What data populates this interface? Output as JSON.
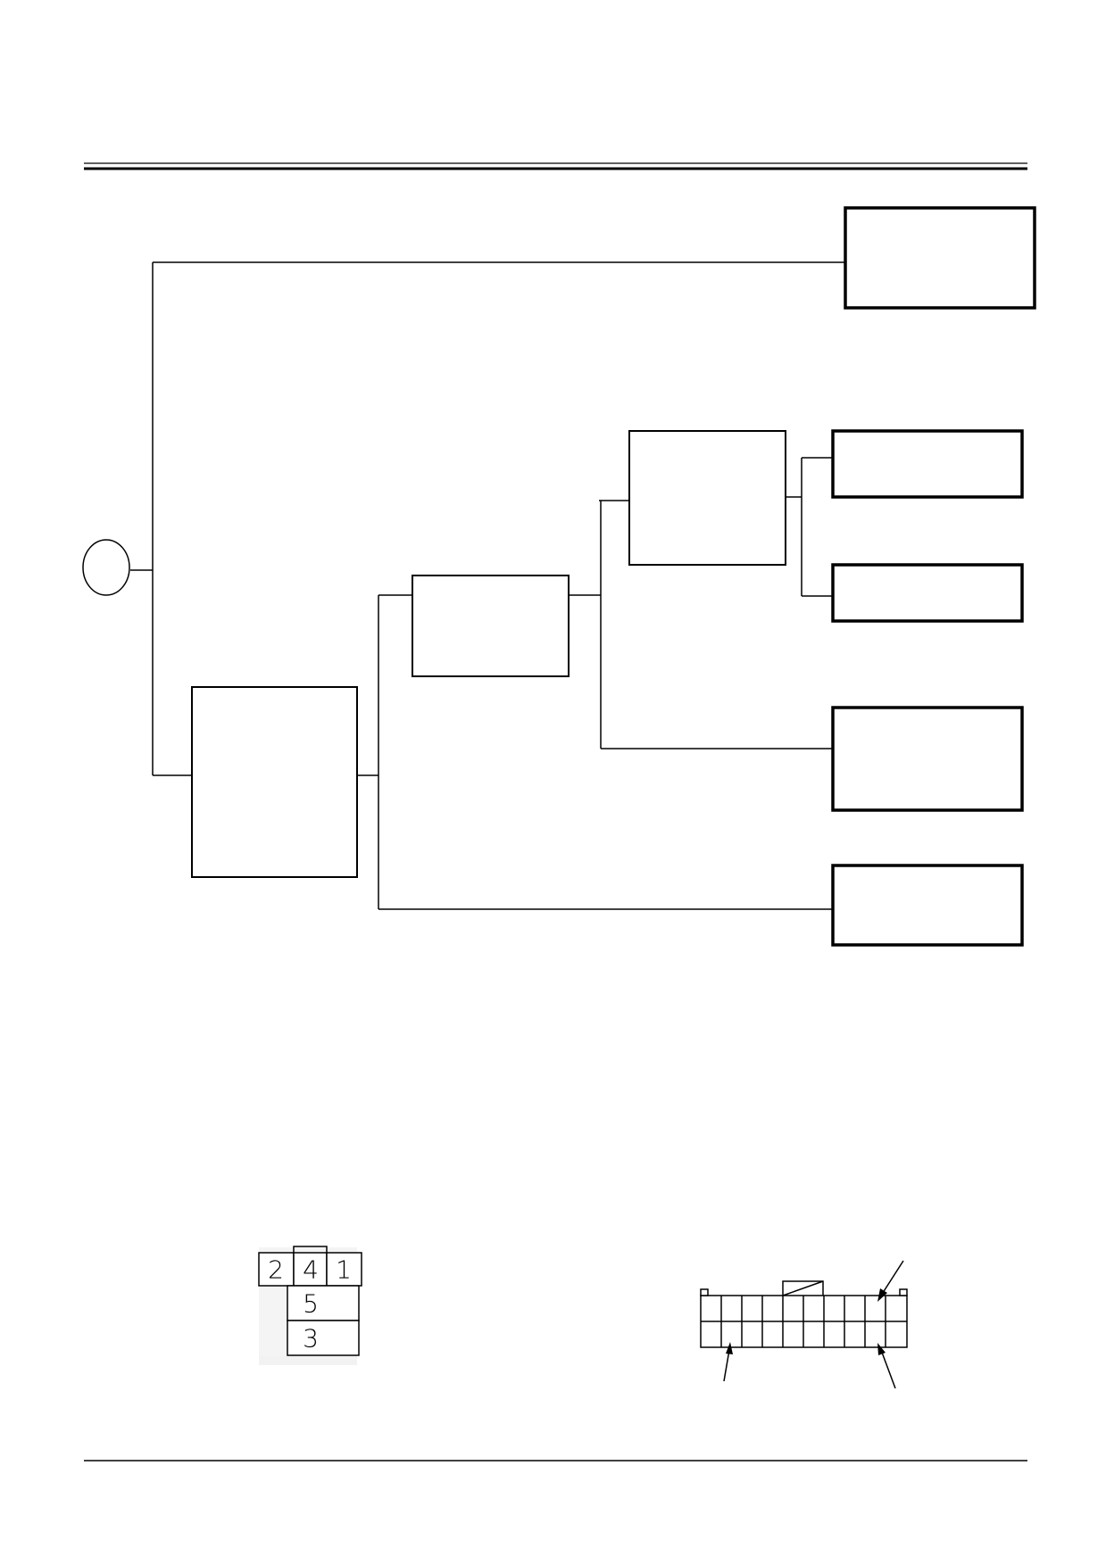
{
  "connector_a": {
    "pins_top": [
      "2",
      "4",
      "1"
    ],
    "pins_column": [
      "5",
      "3"
    ]
  },
  "connector_b": {
    "rows": 2,
    "columns": 10
  }
}
